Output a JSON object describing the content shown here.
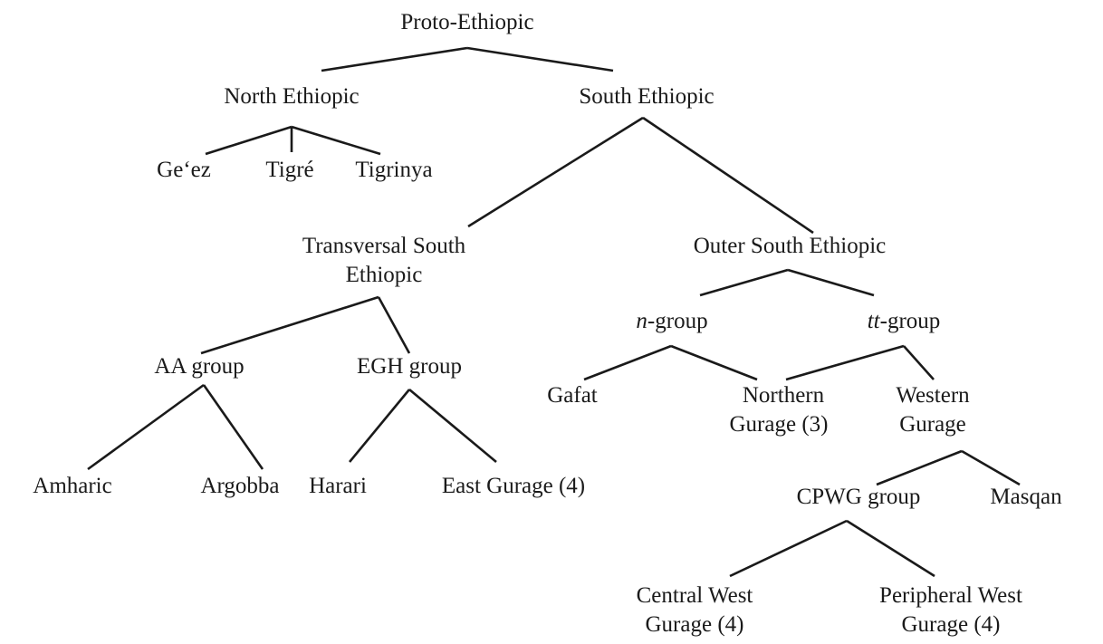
{
  "tree": {
    "root": "Proto-Ethiopic",
    "north": "North Ethiopic",
    "geez": "Ge‘ez",
    "tigre": "Tigré",
    "tigrinya": "Tigrinya",
    "south": "South Ethiopic",
    "transversal_1": "Transversal South",
    "transversal_2": "Ethiopic",
    "outer": "Outer South Ethiopic",
    "aa_group": "AA group",
    "egh_group": "EGH group",
    "amharic": "Amharic",
    "argobba": "Argobba",
    "harari": "Harari",
    "east_gurage": "East Gurage (4)",
    "n_group_italic": "n",
    "n_group_rest": "-group",
    "tt_group_italic": "tt",
    "tt_group_rest": "-group",
    "gafat": "Gafat",
    "northern_1": "Northern",
    "northern_2": "Gurage (3)",
    "western_1": "Western",
    "western_2": "Gurage",
    "cpwg_group": "CPWG group",
    "masqan": "Masqan",
    "central_1": "Central West",
    "central_2": "Gurage (4)",
    "peripheral_1": "Peripheral West",
    "peripheral_2": "Gurage (4)"
  }
}
